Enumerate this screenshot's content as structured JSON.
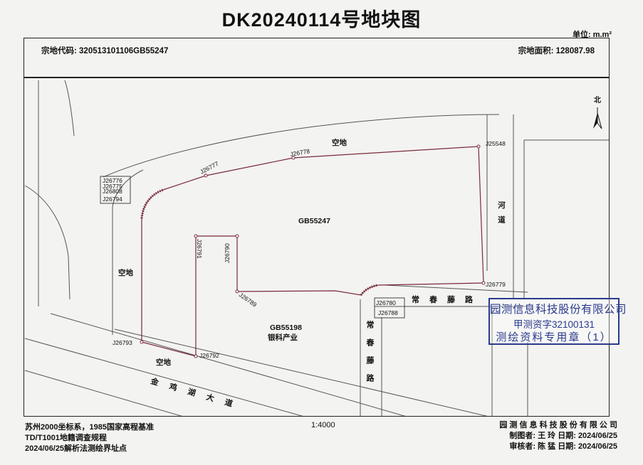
{
  "title": "DK20240114号地块图",
  "unit": "单位: m.m²",
  "header": {
    "parcel_code": "宗地代码: 320513101106GB55247",
    "parcel_area": "宗地面积: 128087.98"
  },
  "map": {
    "north_label": "北",
    "parcel_labels": [
      "GB55247",
      "GB55198",
      "银科产业"
    ],
    "place_labels": [
      "空地",
      "空地",
      "空地",
      "河道"
    ],
    "roads": [
      {
        "name": "常春藤路",
        "orientation": "horizontal"
      },
      {
        "name": "常春藤路",
        "orientation": "vertical"
      },
      {
        "name": "金鸡湖大道",
        "orientation": "diagonal"
      }
    ],
    "boundary_points": [
      "J26777",
      "J26778",
      "J25548",
      "J26779",
      "J26780",
      "J26788",
      "J26789",
      "J26790",
      "J26791",
      "J26792",
      "J26793",
      "J26794",
      "J26808",
      "J26775",
      "J26776"
    ]
  },
  "footer": {
    "left_lines": [
      "苏州2000坐标系，1985国家高程基准",
      "TD/T1001地籍调查规程",
      "2024/06/25解析法测绘界址点"
    ],
    "scale": "1:4000",
    "company": "园 测 信 息 科 技 股 份 有 限 公 司",
    "drawer": "制图者: 王 玲  日期:  2024/06/25",
    "reviewer": "审核者: 陈 猛  日期:  2024/06/25"
  },
  "stamp": {
    "line1": "园测信息科技股份有限公司",
    "line2": "甲测资字32100131",
    "line3": "测绘资料专用章（1）",
    "color": "#2a3a8c"
  },
  "colors": {
    "boundary": "#7a2a3a",
    "road": "#555555"
  }
}
